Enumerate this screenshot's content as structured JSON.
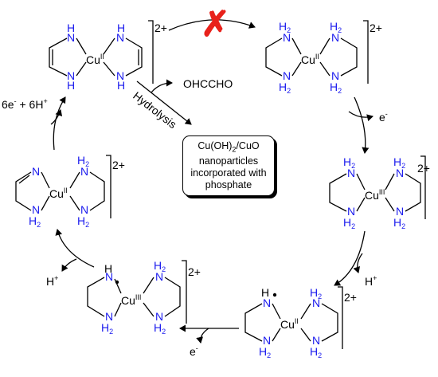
{
  "complexes": {
    "top_left": {
      "charge": "2+",
      "metal": "Cu",
      "ox": "II"
    },
    "top_right": {
      "charge": "2+",
      "metal": "Cu",
      "ox": "II"
    },
    "right": {
      "charge": "2+",
      "metal": "Cu",
      "ox": "III"
    },
    "bottom_right": {
      "charge": "2+",
      "metal": "Cu",
      "ox": "II"
    },
    "bottom_left": {
      "charge": "2+",
      "metal": "Cu",
      "ox": "III"
    },
    "left": {
      "charge": "2+",
      "metal": "Cu",
      "ox": "II"
    }
  },
  "labels": {
    "blocked_mark": "✗",
    "electron": "e",
    "minus": "-",
    "proton": "H",
    "plus": "+",
    "six_e": "6e",
    "six_h_mid": " + 6H",
    "ohccho": "OHCCHO",
    "hydrolysis": "Hydrolysis",
    "nh": "NH",
    "n": "N",
    "h": "H",
    "h2_sub": "2",
    "hn": "HN"
  },
  "nano_box": {
    "line1_a": "Cu(OH)",
    "line1_sub": "2",
    "line1_b": "/CuO",
    "line2": "nanoparticles",
    "line3": "incorporated with",
    "line4": "phosphate"
  },
  "colors": {
    "nitrogen": "#1a1aee",
    "cross": "#e8211b"
  }
}
